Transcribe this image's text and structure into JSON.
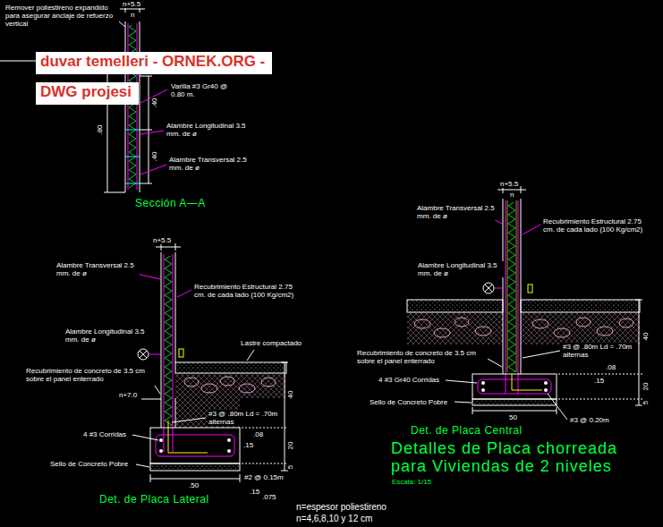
{
  "diagram": {
    "title": "Detalles de Placa chorreada para Viviendas de 2 niveles",
    "nodes": [
      {
        "text": [
          "duvar temelleri - ORNEK.ORG -"
        ]
      },
      {
        "text": [
          "DWG projesi"
        ]
      }
    ],
    "labels": [
      "Remover poliestireno expandido para asegurar anclaje de refuerzo vertical",
      "n+5.5",
      "n",
      ".40",
      ".80",
      ".40",
      "Varilla #3 Gr40 @ 0.80 m.",
      "Alambre Longitudinal 3.5 mm. de ø",
      "Alambre Transversal 2.5 mm. de ø",
      "Sección A—A",
      "n+5.5",
      "Alambre Transversal 2.5 mm. de ø",
      "Recubrimiento Estructural 2.75 cm. de cada lado (100 Kg/cm2)",
      "Alambre Longitudinal 3.5 mm. de ø",
      "Lastre compactado",
      "Recubrimiento de concreto de 3.5 cm sobre el panel enterrado",
      "n+7.0",
      "40",
      "#3 @ .80m Ld = .70m alternas",
      ".08",
      ".15",
      "4 #3 Corridas",
      "20",
      "Sello de Concreto Pobre",
      "5",
      ".50",
      "#2 @ 0.15m",
      ".15",
      ".075",
      "Det. de Placa Lateral",
      "n+5.5",
      "n",
      "Alambre Transversal 2.5 mm. de ø",
      "Recubrimiento Estructural 2.75 cm. de cada lado (100 Kg/cm2)",
      "Alambre Longitudinal 3.5 mm. de ø",
      "Recubrimiento de concreto de 3.5 cm sobre el panel enterrado",
      "#3 @ .80m Ld = .70m alternas",
      "40",
      ".08",
      ".15",
      "4 #3 Gr40 Corridas",
      "20",
      "Sello de Concreto Pobre",
      "5",
      "50",
      "#3 @ 0.20m",
      "Det. de Placa Central",
      "Escala: 1/15",
      "n=espesor poliestireno",
      "n=4,6,8,10 y 12 cm"
    ]
  }
}
